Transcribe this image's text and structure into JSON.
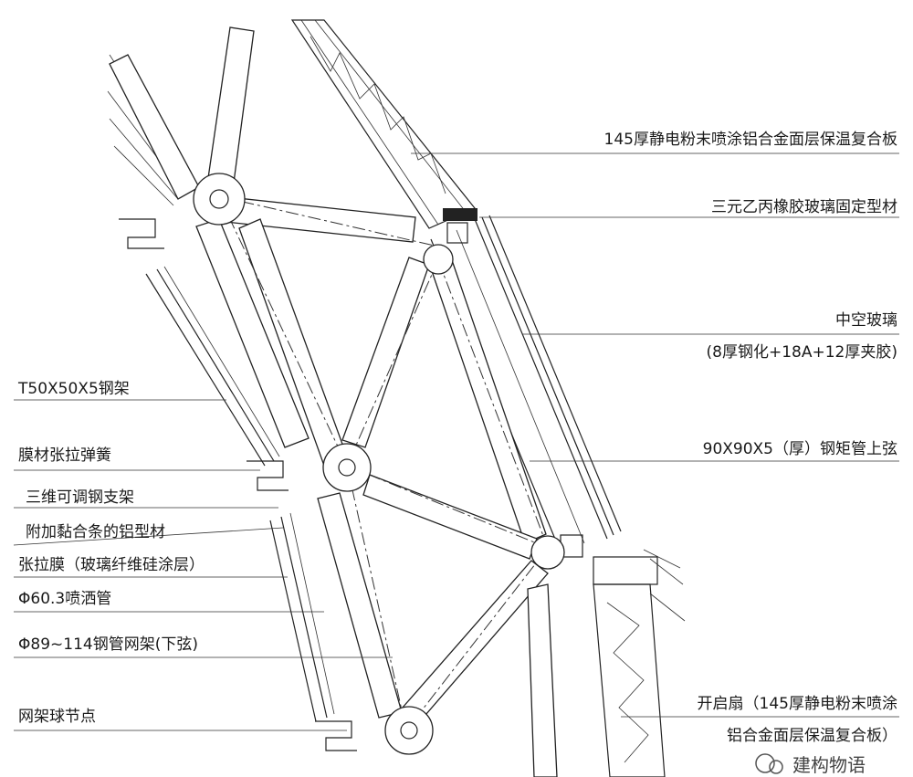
{
  "labels_right": [
    {
      "id": "composite-panel",
      "lines": [
        "145厚静电粉末喷涂铝合金面层保温复合板"
      ]
    },
    {
      "id": "epdm-profile",
      "lines": [
        "三元乙丙橡胶玻璃固定型材"
      ]
    },
    {
      "id": "insulated-glass",
      "lines": [
        "中空玻璃",
        "(8厚钢化+18A+12厚夹胶)"
      ]
    },
    {
      "id": "upper-chord",
      "lines": [
        "90X90X5（厚）钢矩管上弦"
      ]
    },
    {
      "id": "opening-sash",
      "lines": [
        "开启扇（145厚静电粉末喷涂",
        "铝合金面层保温复合板）"
      ]
    }
  ],
  "labels_left": [
    {
      "id": "steel-frame",
      "lines": [
        "T50X50X5钢架"
      ]
    },
    {
      "id": "membrane-spring",
      "lines": [
        "膜材张拉弹簧"
      ]
    },
    {
      "id": "adjustable-bracket",
      "lines": [
        "三维可调钢支架"
      ]
    },
    {
      "id": "aluminum-profile",
      "lines": [
        "附加黏合条的铝型材"
      ]
    },
    {
      "id": "tension-membrane",
      "lines": [
        "张拉膜（玻璃纤维硅涂层）"
      ]
    },
    {
      "id": "sprinkler-pipe",
      "lines": [
        "Φ60.3喷洒管"
      ]
    },
    {
      "id": "lower-chord",
      "lines": [
        "Φ89~114钢管网架(下弦)"
      ]
    },
    {
      "id": "ball-node",
      "lines": [
        "网架球节点"
      ]
    }
  ],
  "watermark": "建构物语",
  "colors": {
    "line": "#222222",
    "background": "#ffffff"
  }
}
